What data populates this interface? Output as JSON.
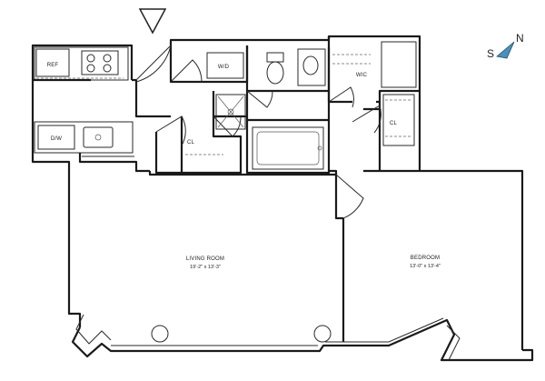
{
  "rooms": {
    "ref": "REF",
    "dw": "D/W",
    "wd": "W/D",
    "wic": "WIC",
    "cl_left": "CL",
    "cl_right": "CL",
    "living": {
      "name": "LIVING ROOM",
      "dims": "19'-2\" x 13'-3\""
    },
    "bedroom": {
      "name": "BEDROOM",
      "dims": "13'-0\" x 13'-4\""
    }
  },
  "compass": {
    "south": "S",
    "north": "N"
  }
}
